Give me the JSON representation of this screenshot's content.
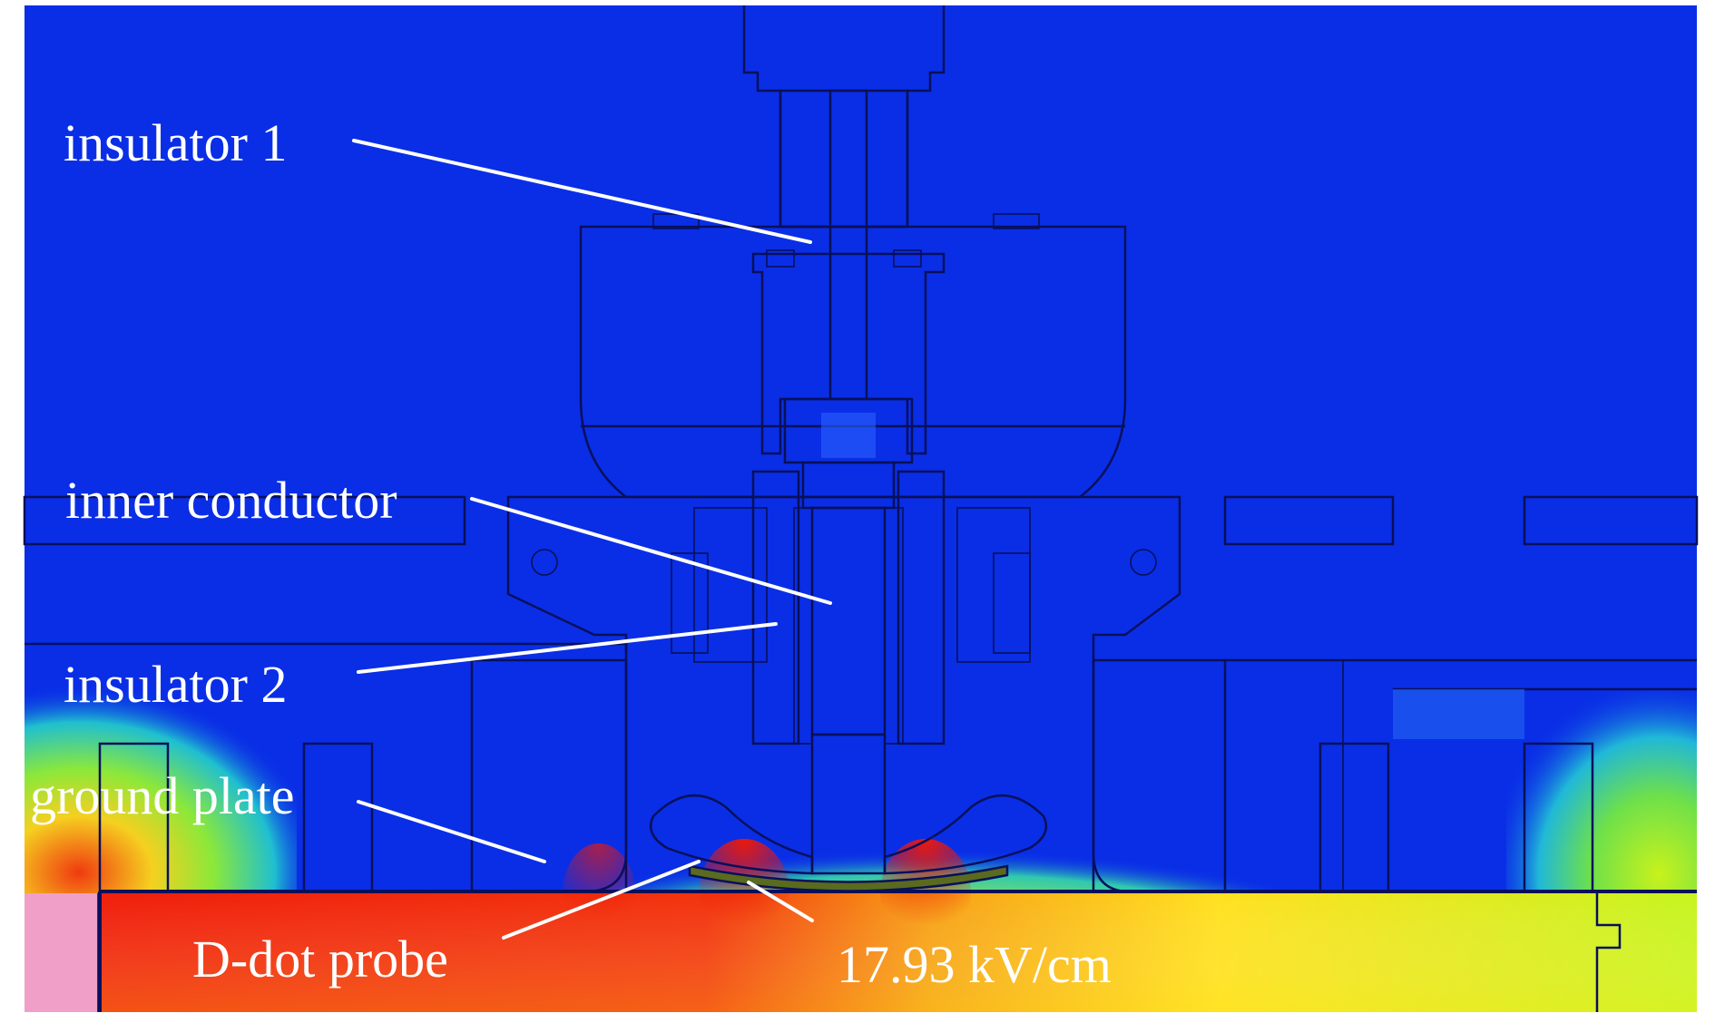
{
  "labels": {
    "insulator_1": "insulator 1",
    "inner_conductor": "inner conductor",
    "insulator_2": "insulator 2",
    "ground_plate": "ground plate",
    "d_dot_probe": "D-dot probe",
    "field_value": "17.93 kV/cm"
  },
  "colors": {
    "background_field": "#0a2ee6",
    "structure_outline": "#08105a",
    "high_field": "#f2200c",
    "mid_field": "#ffd21a",
    "low_field": "#c8f21c",
    "label_text": "#ffffff"
  }
}
